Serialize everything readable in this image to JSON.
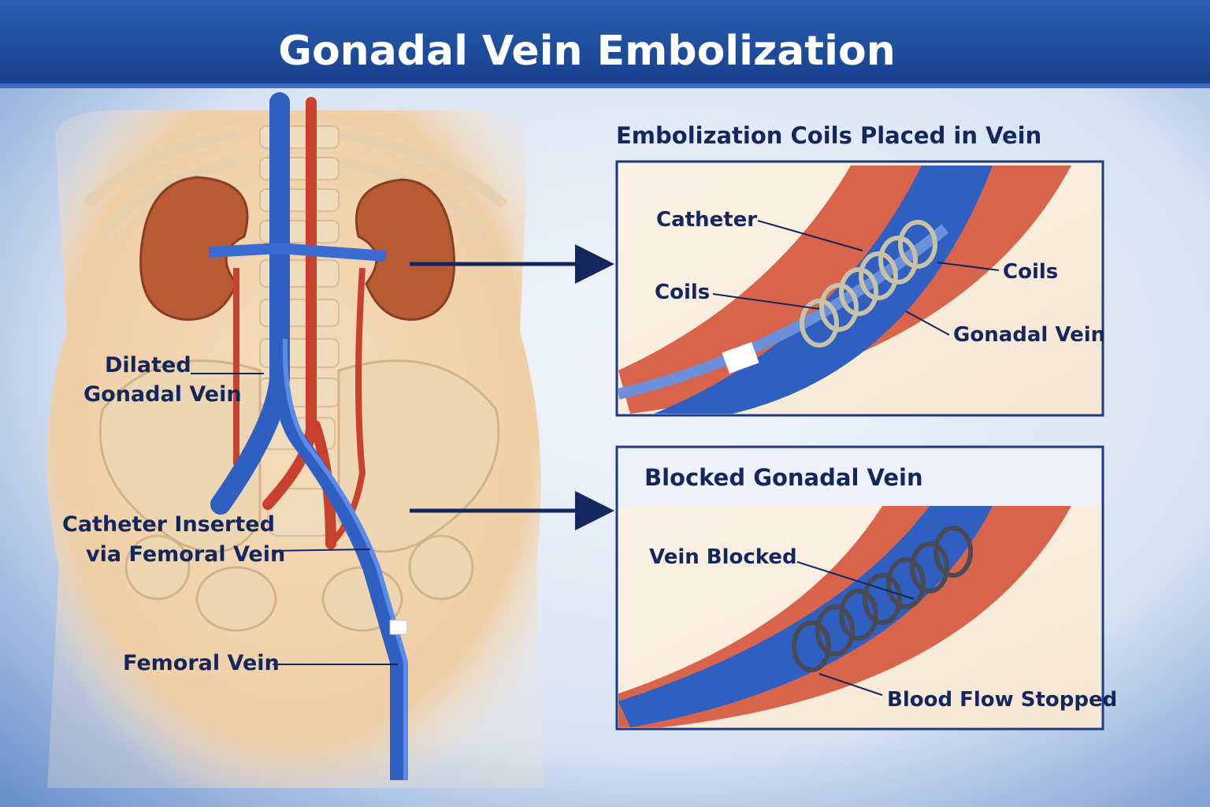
{
  "title": "Gonadal Vein Embolization",
  "anatomy": {
    "labels": {
      "dilated_line1": "Dilated",
      "dilated_line2": "Gonadal Vein",
      "catheter_line1": "Catheter Inserted",
      "catheter_line2": "via Femoral Vein",
      "femoral": "Femoral Vein"
    }
  },
  "panel_coils": {
    "heading": "Embolization Coils Placed in Vein",
    "labels": {
      "catheter": "Catheter",
      "coils_left": "Coils",
      "coils_right": "Coils",
      "gonadal_vein": "Gonadal Vein"
    }
  },
  "panel_blocked": {
    "heading": "Blocked Gonadal Vein",
    "labels": {
      "vein_blocked": "Vein Blocked",
      "blood_flow": "Blood Flow Stopped"
    }
  },
  "colors": {
    "title_bar": "#1a4a9a",
    "label": "#13265e",
    "vein": "#2f5fc0",
    "artery": "#c8412e",
    "kidney": "#b85a34",
    "skin": "#f0d2ad"
  }
}
